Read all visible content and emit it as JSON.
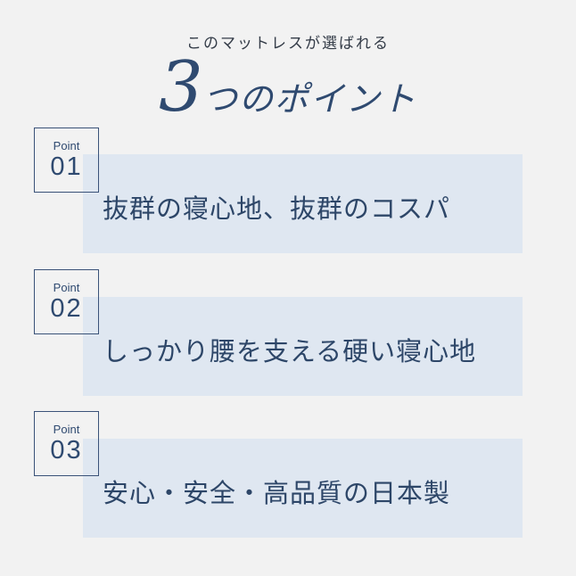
{
  "header": {
    "subtitle": "このマットレスが選ばれる",
    "headline_number": "3",
    "headline_text": "つのポイント"
  },
  "points": [
    {
      "label": "Point",
      "number": "01",
      "text": "抜群の寝心地、抜群のコスパ"
    },
    {
      "label": "Point",
      "number": "02",
      "text": "しっかり腰を支える硬い寝心地"
    },
    {
      "label": "Point",
      "number": "03",
      "text": "安心・安全・高品質の日本製"
    }
  ],
  "colors": {
    "background": "#f2f2f2",
    "card": "#dfe7f1",
    "accent": "#2f4a70"
  }
}
